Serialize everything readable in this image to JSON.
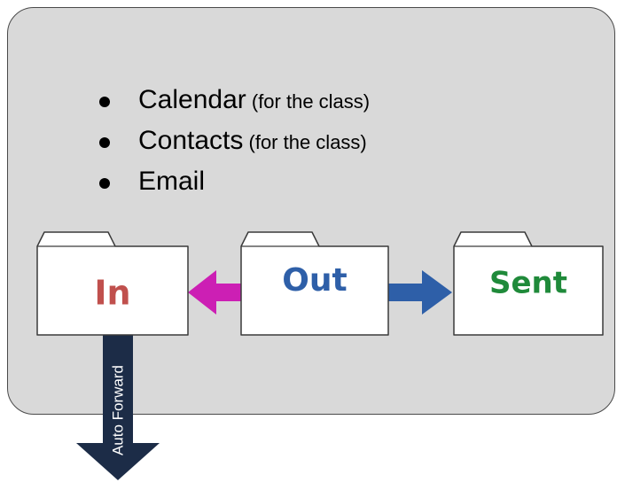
{
  "bullets": [
    {
      "main": "Calendar",
      "sub": " (for the class)"
    },
    {
      "main": "Contacts",
      "sub": " (for the class)"
    },
    {
      "main": "Email",
      "sub": ""
    }
  ],
  "folders": {
    "in": {
      "label": "In",
      "color": "#c0504d"
    },
    "out": {
      "label": "Out",
      "color": "#2e5fa8"
    },
    "sent": {
      "label": "Sent",
      "color": "#1f8a3a"
    }
  },
  "arrows": {
    "out_to_in": {
      "color": "#cc1fb4"
    },
    "out_to_sent": {
      "color": "#2e5fa8"
    },
    "auto_forward": {
      "label": "Auto Forward",
      "color": "#1c2c47"
    }
  },
  "colors": {
    "panel_background": "#d9d9d9",
    "folder_fill": "#ffffff",
    "outline": "#3a3a3a"
  }
}
